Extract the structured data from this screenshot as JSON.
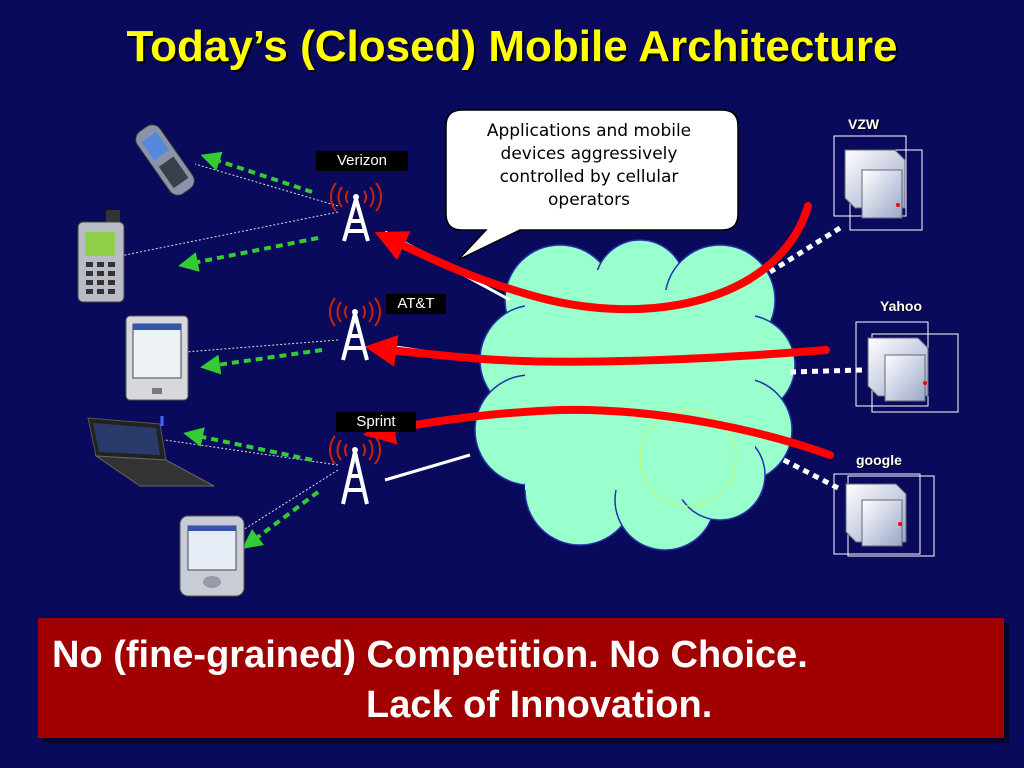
{
  "slide": {
    "title": "Today’s (Closed) Mobile Architecture",
    "callout": {
      "lines": [
        "Applications and mobile",
        "devices aggressively",
        "controlled by cellular",
        "operators"
      ]
    },
    "operators": [
      "Verizon",
      "AT&T",
      "Sprint"
    ],
    "services": [
      "VZW",
      "Yahoo",
      "google"
    ],
    "devices": [
      "cell-phone",
      "feature-phone",
      "pocket-pc",
      "laptop",
      "pda"
    ],
    "banner": {
      "line1": "No (fine-grained) Competition. No Choice.",
      "line2": "Lack of Innovation."
    },
    "colors": {
      "background": "#0a0a5c",
      "title": "#ffff00",
      "cloud": "#99ffcc",
      "control_arrow": "#ff0000",
      "data_arrow": "#33cc33",
      "banner": "#a00000"
    }
  }
}
